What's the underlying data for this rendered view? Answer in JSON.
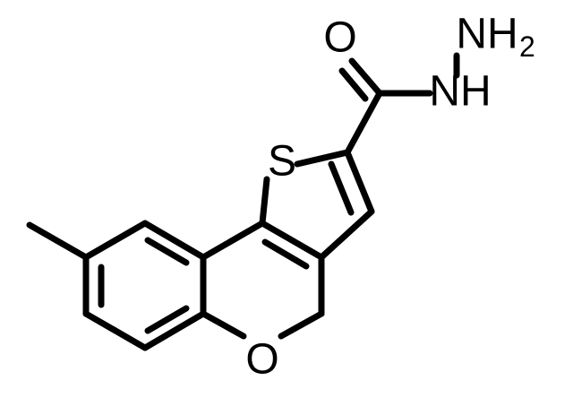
{
  "atoms": {
    "sulfur": "S",
    "oxygen_ring": "O",
    "oxygen_carbonyl": "O",
    "nitrogen_amide": "NH",
    "nitrogen_terminal": "NH",
    "nitrogen_terminal_subscript": "2"
  }
}
